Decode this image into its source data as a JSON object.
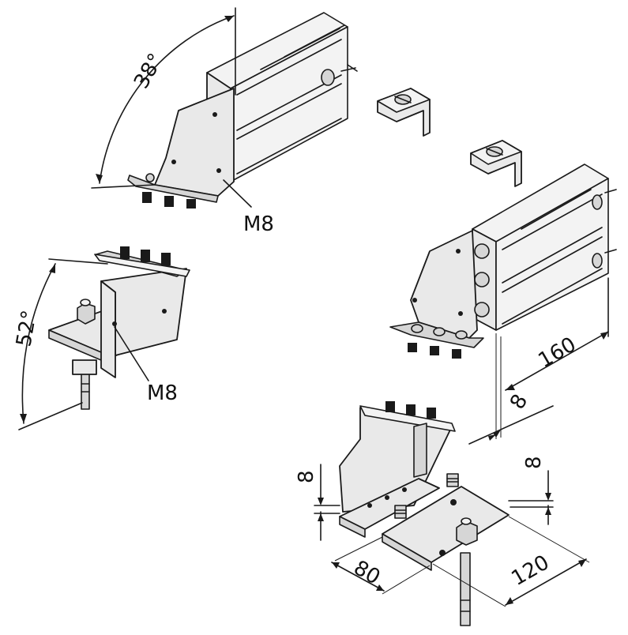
{
  "labels": {
    "angle_top": "38°",
    "angle_left": "52°",
    "thread_top": "M8",
    "thread_left": "M8",
    "dim_160": "160",
    "dim_8_mid": "8",
    "dim_8_left": "8",
    "dim_8_right": "8",
    "dim_80": "80",
    "dim_120": "120"
  },
  "colors": {
    "stroke": "#1a1a1a",
    "fill_light": "#e9e9e9",
    "fill_mid": "#d6d6d6"
  }
}
